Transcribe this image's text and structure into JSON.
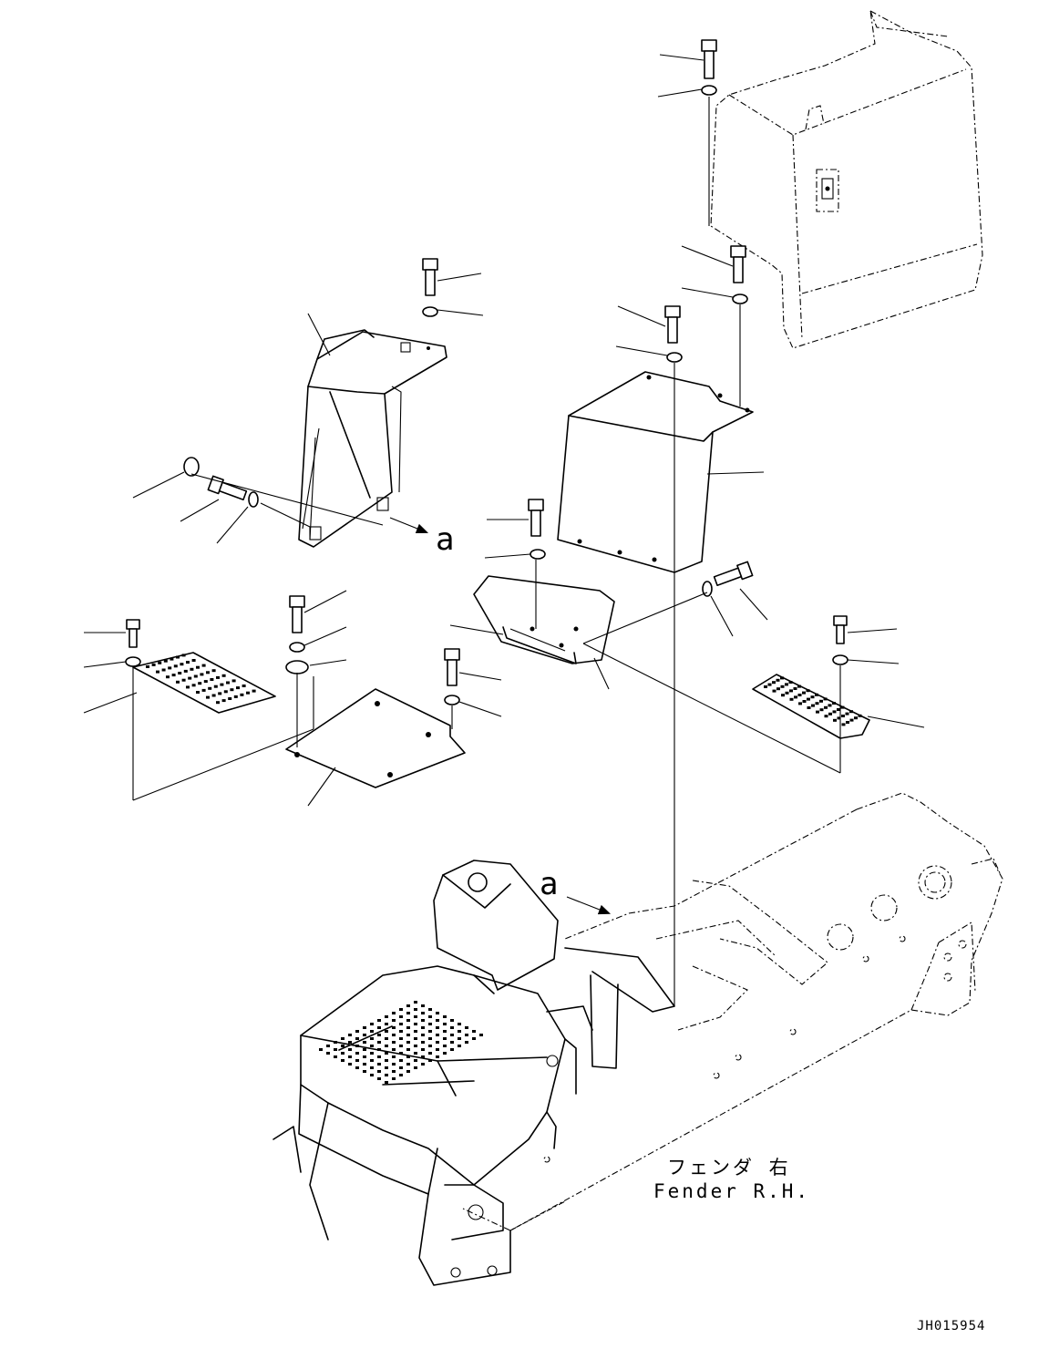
{
  "figure": {
    "view_label_detail": "a",
    "view_label_assembly": "a",
    "caption_japanese": "フェンダ 右",
    "caption_english": "Fender R.H.",
    "figure_id": "JH015954"
  },
  "colors": {
    "line": "#000000",
    "background": "#ffffff"
  }
}
